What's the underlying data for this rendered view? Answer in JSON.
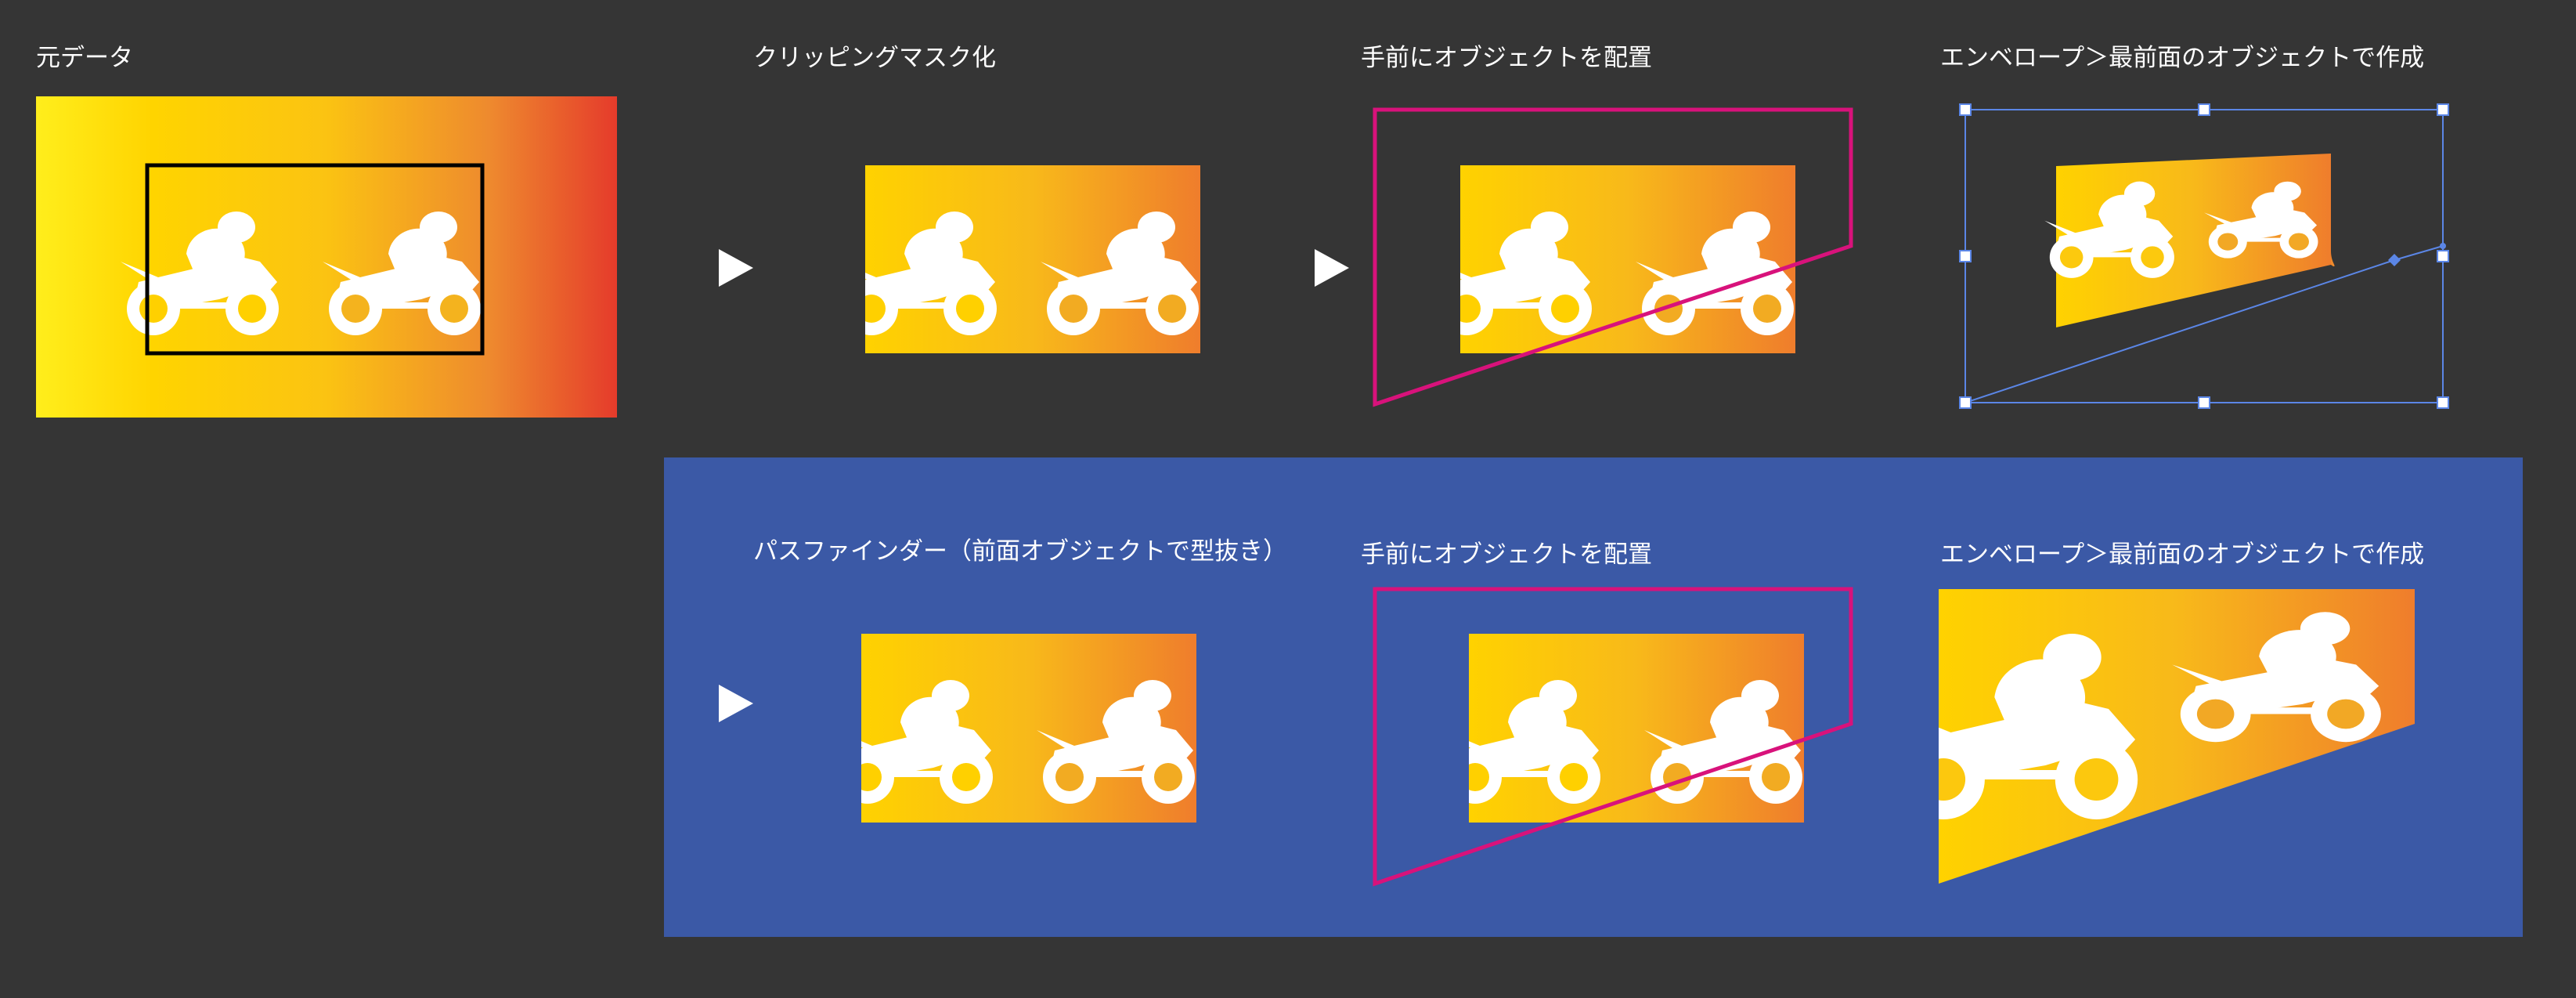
{
  "colors": {
    "background": "#353535",
    "panel_blue": "#3b59a6",
    "mask_magenta": "#d8127b",
    "selection_blue": "#5b86e6",
    "gradient_start": "#ffee1c",
    "gradient_mid": "#ffcc00",
    "gradient_end": "#e53b2b",
    "silhouette": "#ffffff"
  },
  "top_row": {
    "labels": {
      "original": "元データ",
      "clipping_mask": "クリッピングマスク化",
      "place_front": "手前にオブジェクトを配置",
      "envelope": "エンベロープ＞最前面のオブジェクトで作成"
    }
  },
  "bottom_row": {
    "labels": {
      "pathfinder": "パスファインダー（前面オブジェクトで型抜き）",
      "place_front": "手前にオブジェクトを配置",
      "envelope": "エンベロープ＞最前面のオブジェクトで作成"
    }
  },
  "icons": {
    "arrow": "play-triangle-icon",
    "motorcycle": "motorcycle-rider-icon",
    "selection_handle": "square-handle-icon"
  }
}
